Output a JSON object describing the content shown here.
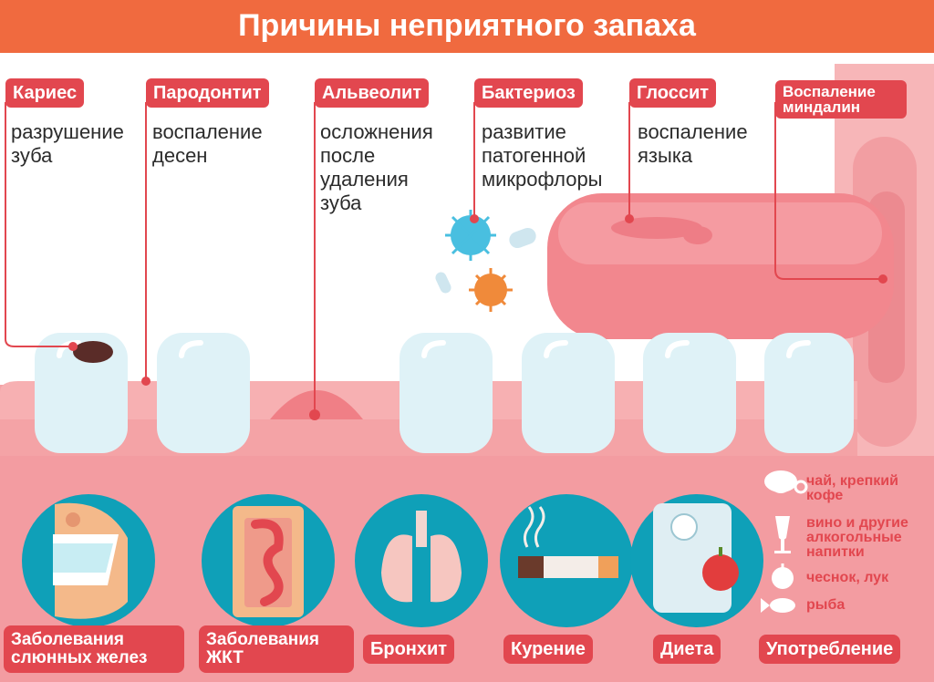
{
  "title": "Причины неприятного запаха",
  "causes": [
    {
      "label": "Кариес",
      "desc": [
        "разрушение",
        "зуба"
      ]
    },
    {
      "label": "Пародонтит",
      "desc": [
        "воспаление",
        "десен"
      ]
    },
    {
      "label": "Альвеолит",
      "desc": [
        "осложнения",
        "после",
        "удаления",
        "зуба"
      ]
    },
    {
      "label": "Бактериоз",
      "desc": [
        "развитие",
        "патогенной",
        "микрофлоры"
      ]
    },
    {
      "label": "Глоссит",
      "desc": [
        "воспаление",
        "языка"
      ]
    },
    {
      "label": "Воспаление миндалин"
    }
  ],
  "categories": [
    {
      "label": "Заболевания слюнных желез",
      "icon": "salivary-gland-icon"
    },
    {
      "label": "Заболевания ЖКТ",
      "icon": "digestive-tract-icon"
    },
    {
      "label": "Бронхит",
      "icon": "lungs-icon"
    },
    {
      "label": "Курение",
      "icon": "cigarette-icon"
    },
    {
      "label": "Диета",
      "icon": "scale-apple-icon"
    },
    {
      "label": "Употребление",
      "icon": "consumption-icon"
    }
  ],
  "consumption": [
    {
      "text": "чай, крепкий кофе",
      "icon": "coffee-cup-icon"
    },
    {
      "text": "вино и другие алкогольные напитки",
      "icon": "wine-glass-icon"
    },
    {
      "text": "чеснок, лук",
      "icon": "garlic-icon"
    },
    {
      "text": "рыба",
      "icon": "fish-icon"
    }
  ],
  "colors": {
    "banner": "#f06a3f",
    "label": "#e2474f",
    "gum": "#f4a3a6",
    "tongue": "#f2878e",
    "tooth": "#dff2f7",
    "circle": "#0fa0b8"
  }
}
